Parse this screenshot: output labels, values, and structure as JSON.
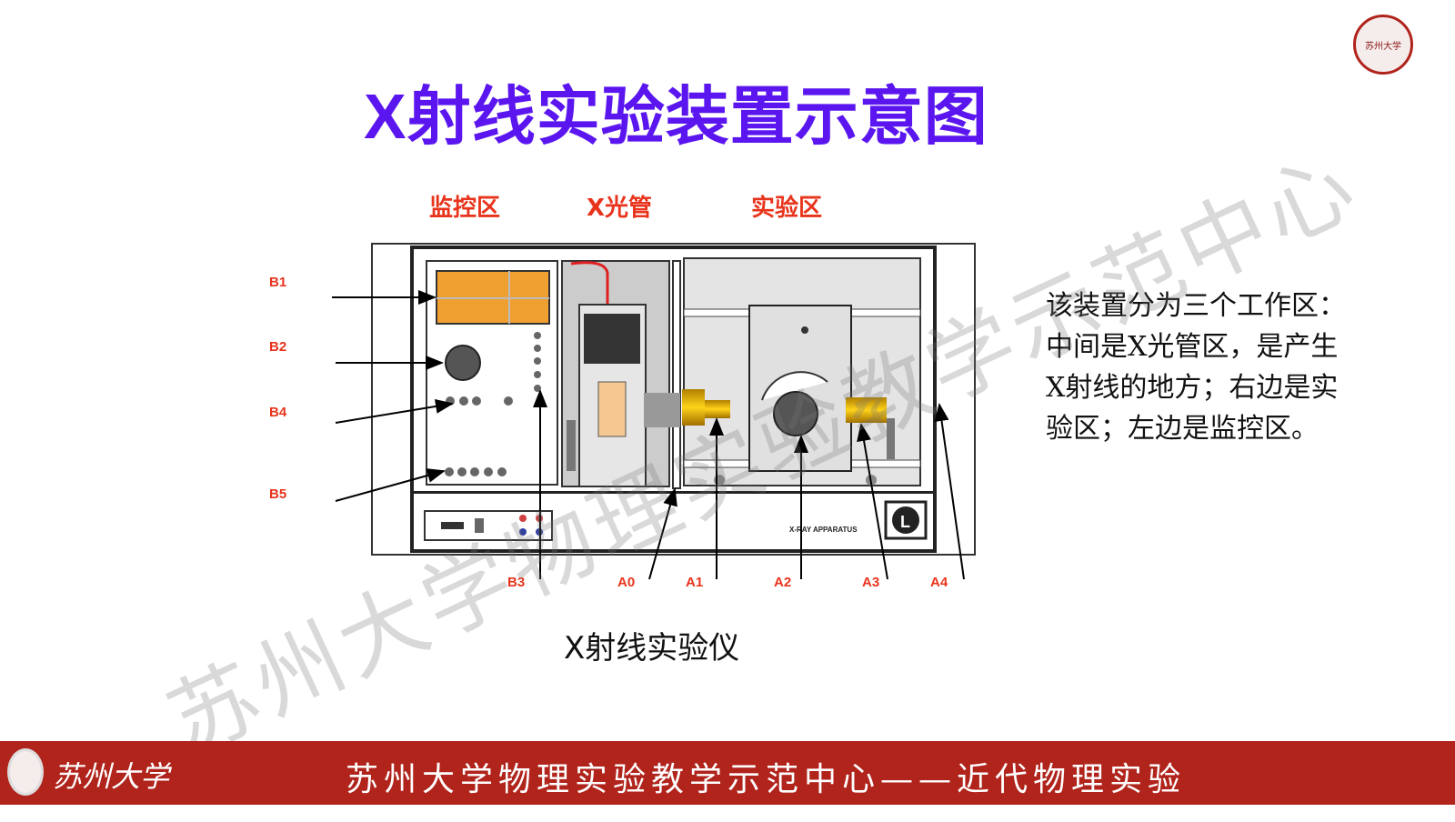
{
  "title": "X射线实验装置示意图",
  "zones": [
    "监控区",
    "X光管",
    "实验区"
  ],
  "labels": {
    "B1": "B1",
    "B2": "B2",
    "B4": "B4",
    "B5": "B5",
    "B3": "B3",
    "A0": "A0",
    "A1": "A1",
    "A2": "A2",
    "A3": "A3",
    "A4": "A4"
  },
  "description": "该装置分为三个工作区：中间是X光管区，是产生X射线的地方；右边是实验区；左边是监控区。",
  "caption": "X射线实验仪",
  "watermark": "苏州大学物理实验教学示范中心",
  "footer": {
    "brand": "苏州大学",
    "text": "苏州大学物理实验教学示范中心——近代物理实验",
    "seal_text": "苏州大学"
  },
  "device_panel_text": "X-RAY APPARATUS",
  "colors": {
    "title": "#5b16f0",
    "label": "#e8341c",
    "footer": "#b0241c"
  }
}
